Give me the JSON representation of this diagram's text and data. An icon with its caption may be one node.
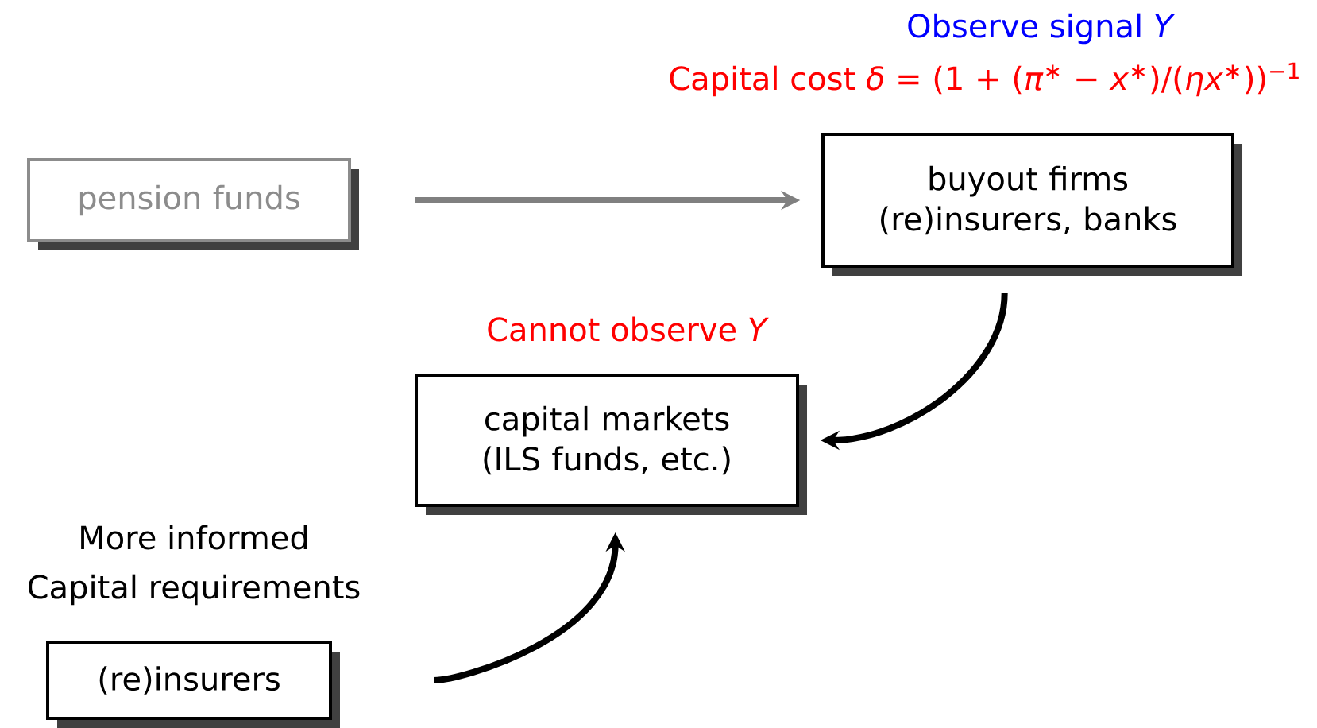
{
  "diagram": {
    "nodes": [
      {
        "text": [
          "pension funds"
        ]
      },
      {
        "text": [
          "buyout firms (re)insurers, banks"
        ],
        "beside": [
          "Observe signal *Y*",
          "Capital cost *δ* = (1 + (*π*$^{∗}$ − *x*$^{∗}$)/(*ηx*$^{∗}$))$^{−1}$"
        ]
      },
      {
        "text": [
          "capital markets (ILS funds, etc.)"
        ],
        "beside": [
          "Cannot observe *Y*"
        ]
      },
      {
        "text": [
          "(re)insurers"
        ],
        "beside": [
          "More informed",
          "Capital requirements"
        ]
      }
    ],
    "edges": [
      {
        "from": 0,
        "to": 1,
        "arrow": "to",
        "color": "#808080"
      },
      {
        "from": 1,
        "to": 2,
        "arrow": "to"
      },
      {
        "from": 3,
        "to": 2,
        "arrow": "to"
      }
    ]
  }
}
